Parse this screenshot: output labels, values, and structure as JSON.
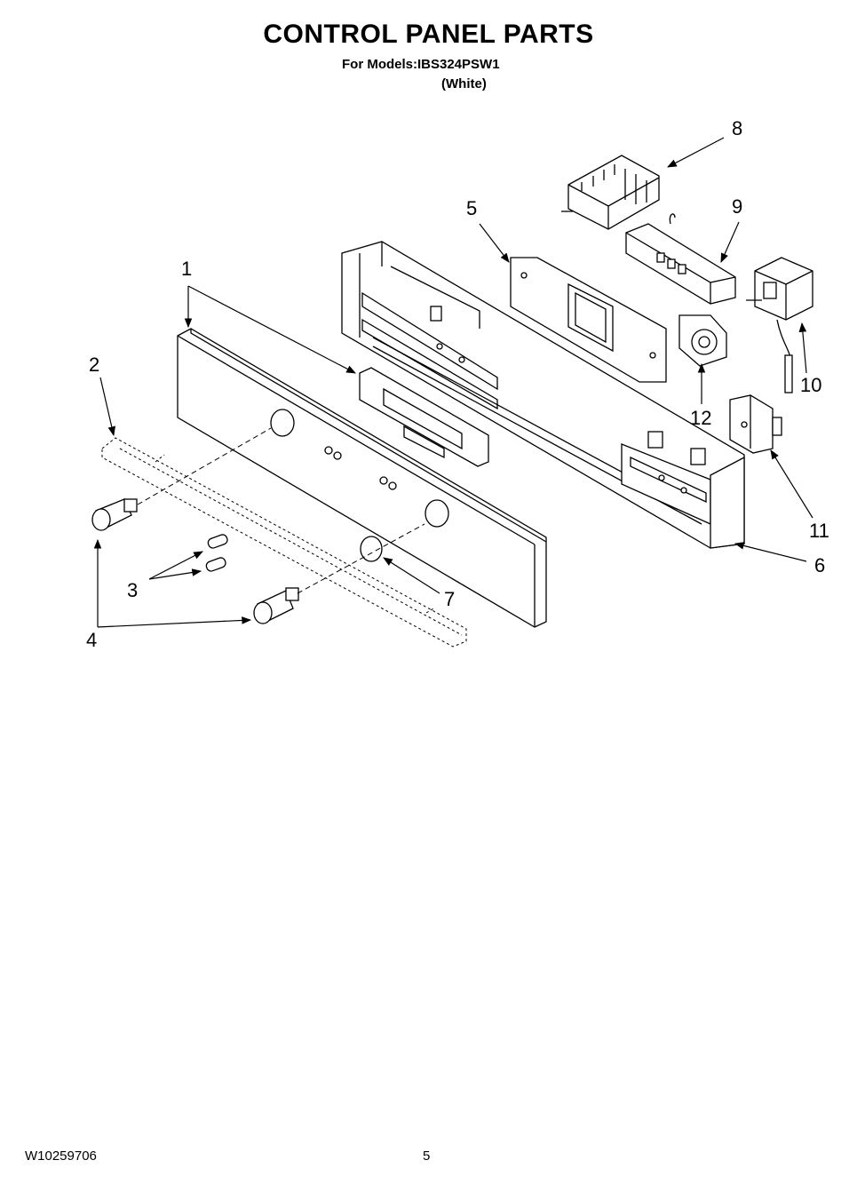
{
  "header": {
    "title": "CONTROL PANEL PARTS",
    "models": "For Models:IBS324PSW1",
    "variant": "(White)"
  },
  "callouts": {
    "c1": "1",
    "c2": "2",
    "c3": "3",
    "c4": "4",
    "c5": "5",
    "c6": "6",
    "c7": "7",
    "c8": "8",
    "c9": "9",
    "c10": "10",
    "c11": "11",
    "c12": "12"
  },
  "footer": {
    "doc_number": "W10259706",
    "page_number": "5"
  }
}
